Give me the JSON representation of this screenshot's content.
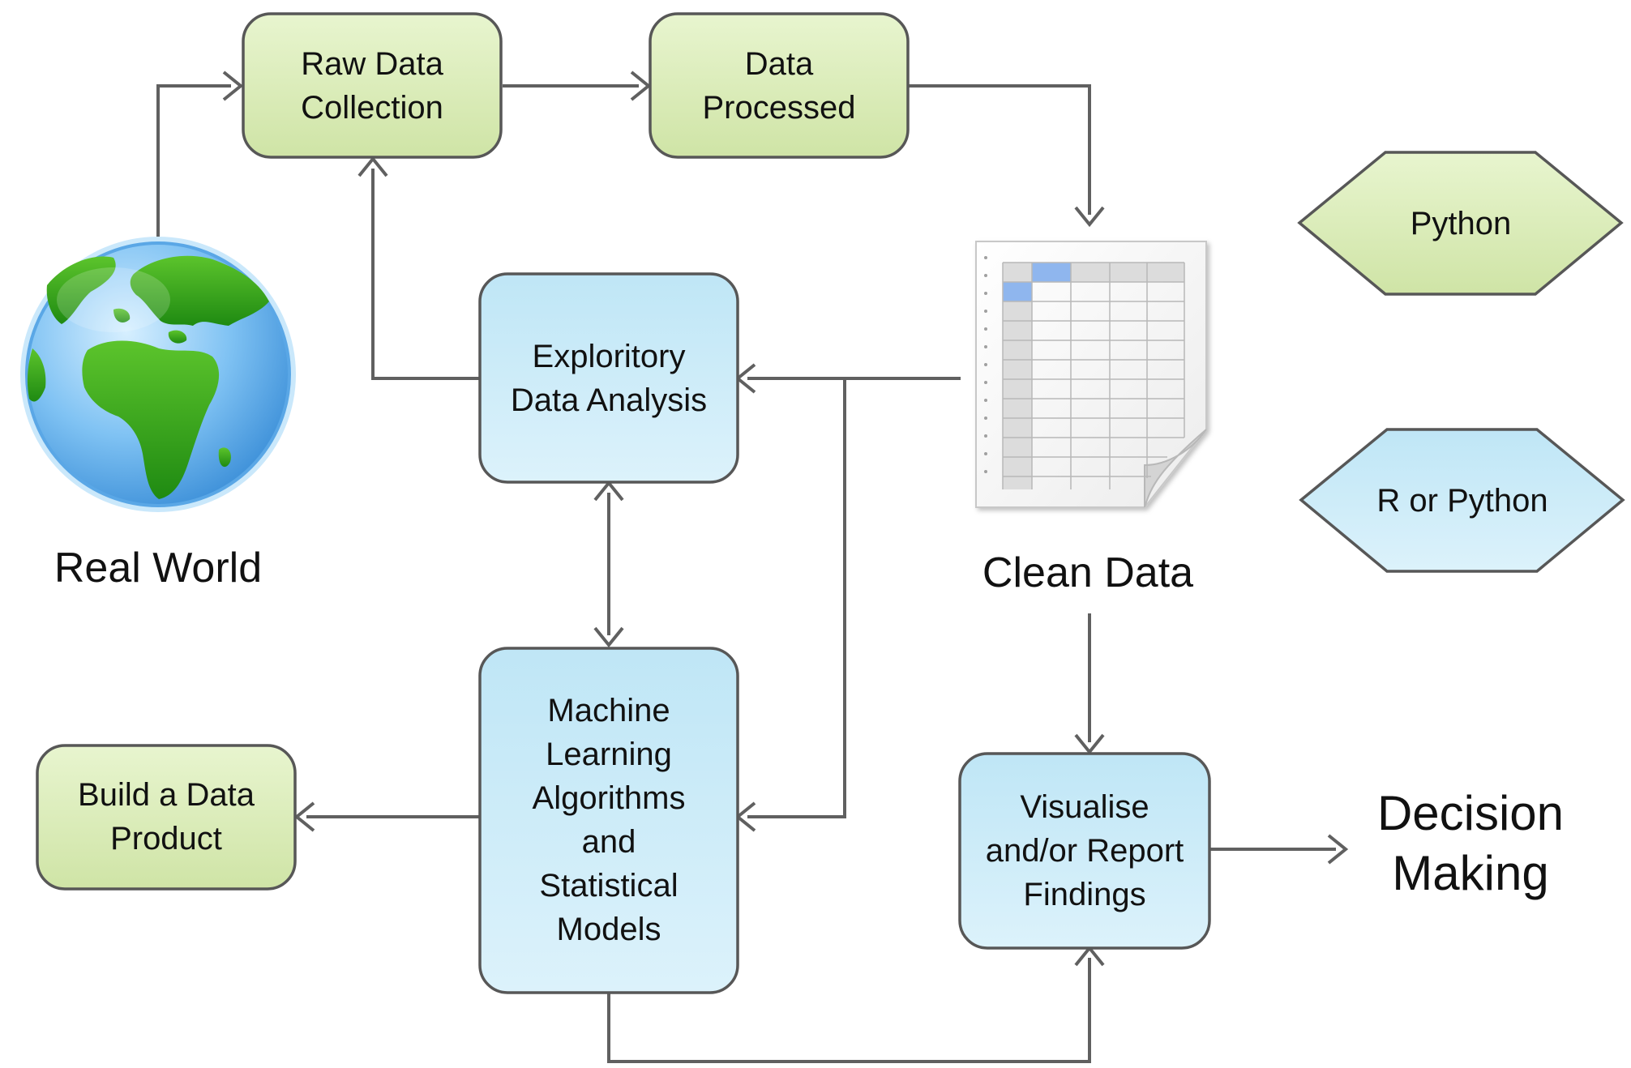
{
  "diagram": {
    "nodes": {
      "raw_data_collection": {
        "lines": [
          "Raw Data",
          "Collection"
        ]
      },
      "data_processed": {
        "lines": [
          "Data",
          "Processed"
        ]
      },
      "exploratory_data_analysis": {
        "lines": [
          "Exploritory",
          "Data Analysis"
        ]
      },
      "ml_models": {
        "lines": [
          "Machine",
          "Learning",
          "Algorithms",
          "and",
          "Statistical",
          "Models"
        ]
      },
      "build_data_product": {
        "lines": [
          "Build a Data",
          "Product"
        ]
      },
      "visualise_report": {
        "lines": [
          "Visualise",
          "and/or Report",
          "Findings"
        ]
      }
    },
    "labels": {
      "real_world": "Real World",
      "clean_data": "Clean Data",
      "decision_making": [
        "Decision",
        "Making"
      ]
    },
    "legend": [
      {
        "label": "Python",
        "color": "#d9ecb4"
      },
      {
        "label": "R or Python",
        "color": "#d3eef9"
      }
    ],
    "colors": {
      "green_fill": "#d9ecb4",
      "blue_fill": "#d3eef9",
      "outline": "#575757",
      "arrow": "#606060"
    }
  }
}
